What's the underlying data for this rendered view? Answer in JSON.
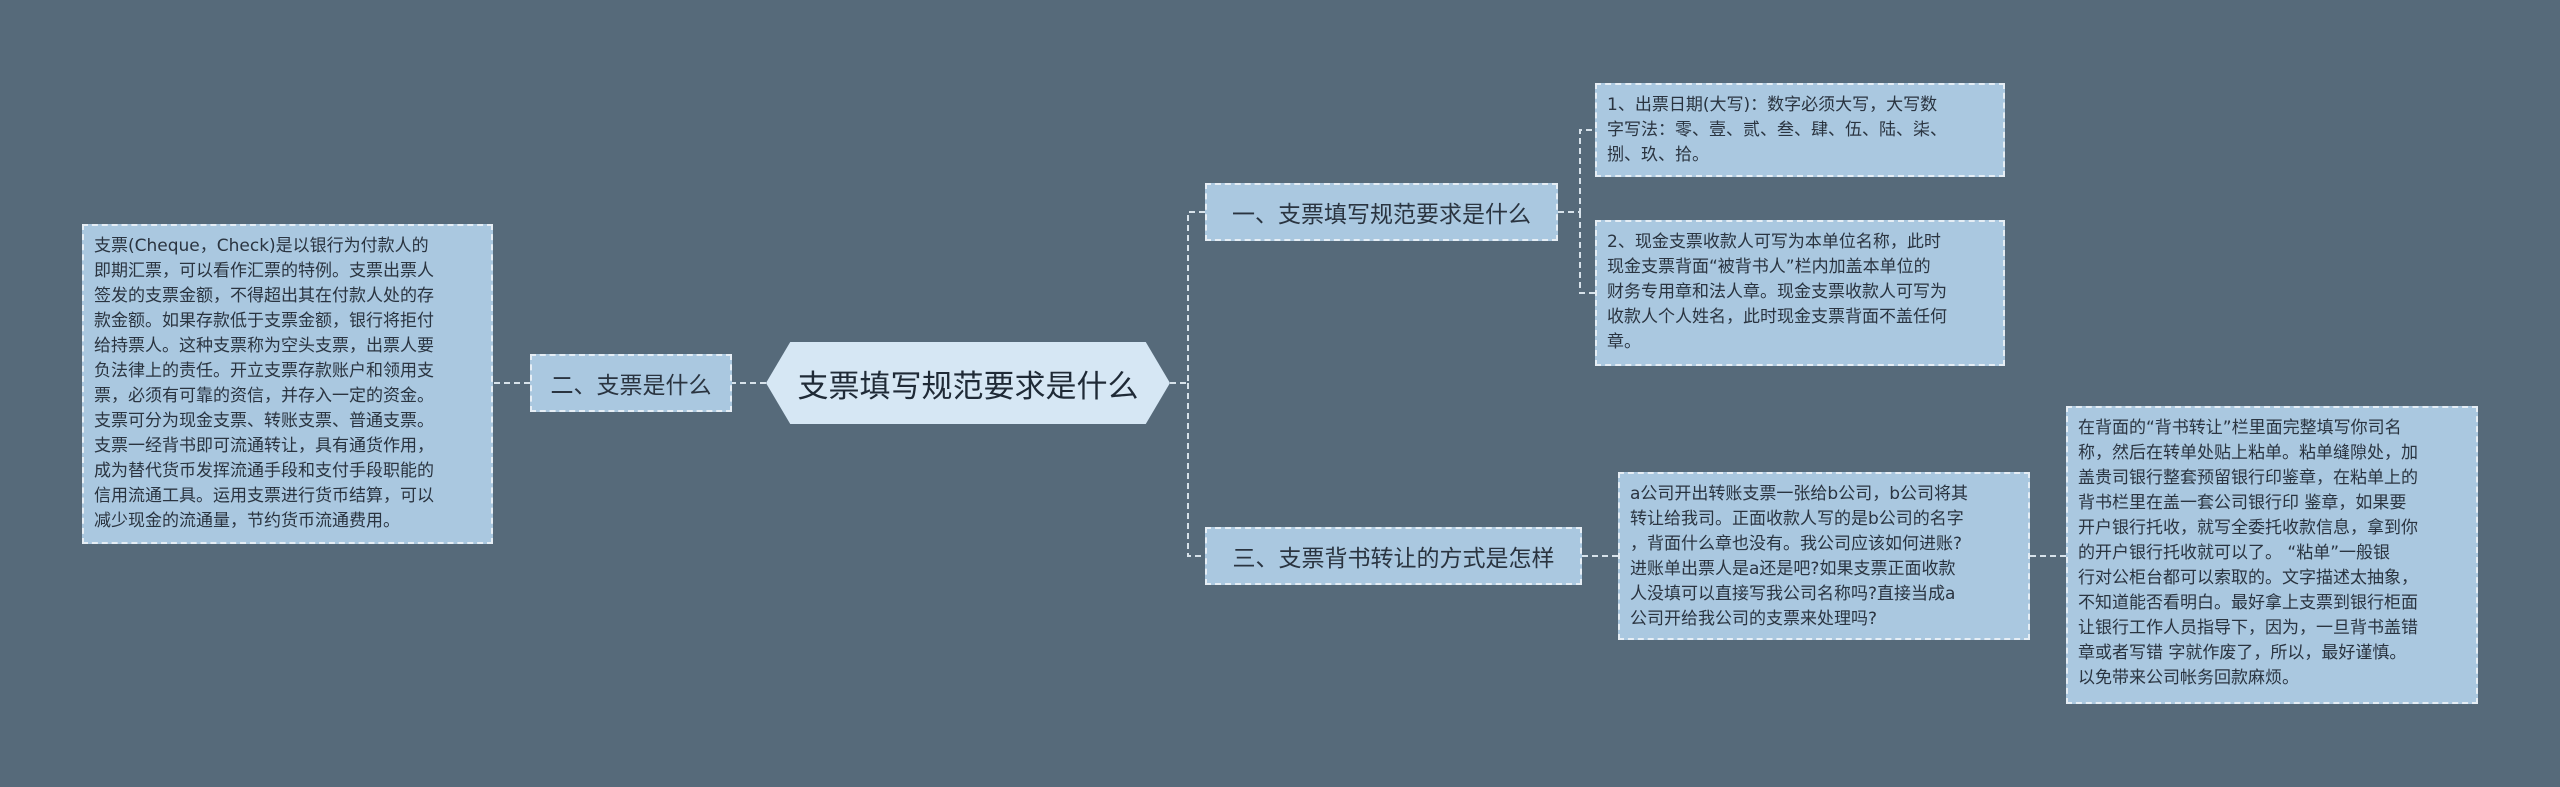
{
  "root": {
    "label": "支票填写规范要求是什么"
  },
  "branches": [
    {
      "id": "b1",
      "label": "一、支票填写规范要求是什么"
    },
    {
      "id": "b2",
      "label": "二、支票是什么"
    },
    {
      "id": "b3",
      "label": "三、支票背书转让的方式是怎样"
    }
  ],
  "leaves": {
    "b1_1": "1、出票日期(大写)：数字必须大写，大写数\n字写法：零、壹、贰、叁、肆、伍、陆、柒、\n捌、玖、拾。",
    "b1_2": "2、现金支票收款人可写为本单位名称，此时\n现金支票背面“被背书人”栏内加盖本单位的\n财务专用章和法人章。现金支票收款人可写为\n收款人个人姓名，此时现金支票背面不盖任何\n章。",
    "b2_1": "支票(Cheque，Check)是以银行为付款人的\n即期汇票，可以看作汇票的特例。支票出票人\n签发的支票金额，不得超出其在付款人处的存\n款金额。如果存款低于支票金额，银行将拒付\n给持票人。这种支票称为空头支票，出票人要\n负法律上的责任。开立支票存款账户和领用支\n票，必须有可靠的资信，并存入一定的资金。\n支票可分为现金支票、转账支票、普通支票。\n支票一经背书即可流通转让，具有通货作用，\n成为替代货币发挥流通手段和支付手段职能的\n信用流通工具。运用支票进行货币结算，可以\n减少现金的流通量，节约货币流通费用。",
    "b3_1": "a公司开出转账支票一张给b公司，b公司将其\n转让给我司。正面收款人写的是b公司的名字\n，背面什么章也没有。我公司应该如何进账?\n进账单出票人是a还是吧?如果支票正面收款\n人没填可以直接写我公司名称吗?直接当成a\n公司开给我公司的支票来处理吗?",
    "b3_2": "在背面的“背书转让”栏里面完整填写你司名\n称，然后在转单处贴上粘单。粘单缝隙处，加\n盖贵司银行整套预留银行印鉴章，在粘单上的\n背书栏里在盖一套公司银行印 鉴章，如果要\n开户银行托收，就写全委托收款信息，拿到你\n的开户银行托收就可以了。 “粘单”一般银\n行对公柜台都可以索取的。文字描述太抽象，\n不知道能否看明白。最好拿上支票到银行柜面\n让银行工作人员指导下，因为，一旦背书盖错\n章或者写错 字就作废了，所以，最好谨慎。\n以免带来公司帐务回款麻烦。"
  }
}
